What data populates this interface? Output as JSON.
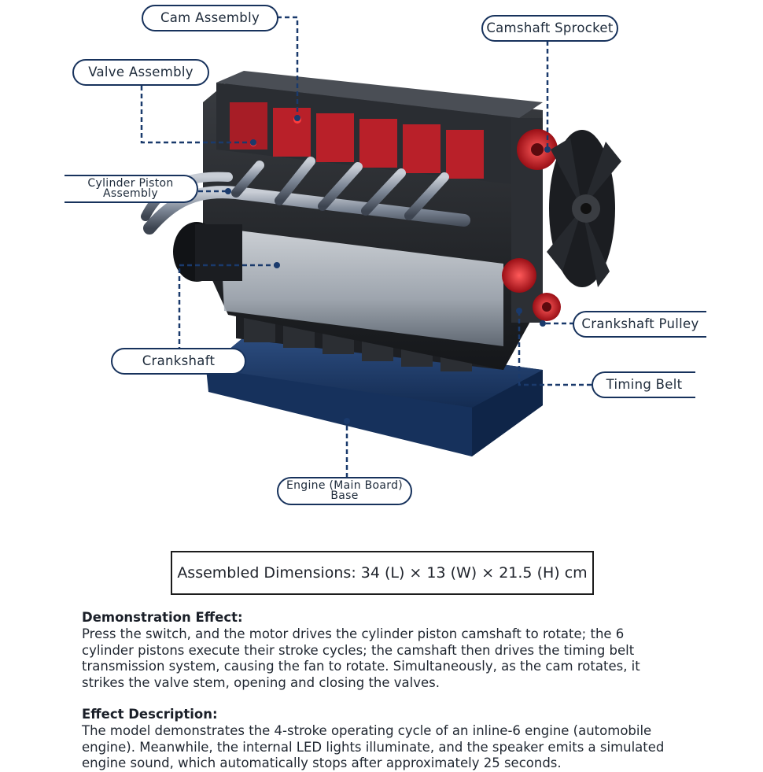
{
  "diagram": {
    "callouts": {
      "cam_assembly": "Cam Assembly",
      "camshaft_sprocket": "Camshaft Sprocket",
      "valve_assembly": "Valve Assembly",
      "cylinder_piston_line1": "Cylinder Piston",
      "cylinder_piston_line2": "Assembly",
      "crankshaft_pulley": "Crankshaft Pulley",
      "crankshaft": "Crankshaft",
      "timing_belt": "Timing Belt",
      "base_line1": "Engine (Main Board)",
      "base_line2": "Base"
    },
    "colors": {
      "callout_border": "#17325c",
      "leader_line": "#1a3a6c",
      "engine_red": "#d8222b",
      "base_blue": "#1e3a66"
    }
  },
  "dimensions": "Assembled Dimensions: 34 (L) × 13 (W) × 21.5 (H) cm",
  "sections": [
    {
      "heading": "Demonstration Effect:",
      "body": "Press the switch, and the motor drives the cylinder piston camshaft to rotate; the 6 cylinder pistons execute their stroke cycles; the camshaft then drives the timing belt transmission system, causing the fan to rotate. Simultaneously, as the cam rotates, it strikes the valve stem, opening and closing the valves."
    },
    {
      "heading": "Effect Description:",
      "body": "The model demonstrates the 4-stroke operating cycle of an inline-6 engine (automobile engine). Meanwhile, the internal LED lights illuminate, and the speaker emits a simulated engine sound, which automatically stops after approximately 25 seconds."
    }
  ]
}
